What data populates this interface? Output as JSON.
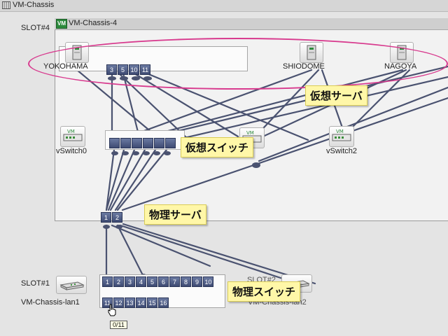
{
  "window": {
    "title": "VM-Chassis"
  },
  "slots": {
    "slot4": {
      "label": "SLOT#4"
    },
    "slot1": {
      "label": "SLOT#1"
    },
    "slot2": {
      "label": "SLOT#2"
    }
  },
  "vm_chassis": {
    "badge": "VM",
    "title": "VM-Chassis-4"
  },
  "servers": [
    {
      "name": "YOKOHAMA",
      "icon": "server-icon"
    },
    {
      "name": "SHIODOME",
      "icon": "server-icon"
    },
    {
      "name": "NAGOYA",
      "icon": "server-icon"
    }
  ],
  "vm_ports": [
    "3",
    "5",
    "10",
    "11"
  ],
  "vswitches": [
    {
      "name": "vSwitch0",
      "icon": "vswitch-icon"
    },
    {
      "name": "vSwitch2",
      "icon": "vswitch-icon"
    }
  ],
  "vswitch_ports": [
    "",
    "",
    "",
    "",
    "",
    ""
  ],
  "physical_server_ports": [
    "1",
    "2"
  ],
  "physical_switches": [
    {
      "name": "VM-Chassis-lan1",
      "icon": "switch-icon"
    },
    {
      "name": "VM-Chassis-lan2",
      "icon": "switch-icon"
    }
  ],
  "lan1_ports_top": [
    "1",
    "2",
    "3",
    "4",
    "5",
    "6",
    "7",
    "8",
    "9",
    "10"
  ],
  "lan1_ports_bottom": [
    "11",
    "12",
    "13",
    "14",
    "15",
    "16"
  ],
  "callouts": {
    "virtual_server": "仮想サーバ",
    "virtual_switch": "仮想スイッチ",
    "physical_server": "物理サーバ",
    "physical_switch": "物理スイッチ"
  },
  "tooltip": "0/11",
  "colors": {
    "link": "#4a5270",
    "port": "#4b5880",
    "highlight": "#d83a8e",
    "callout": "#fff7a8"
  }
}
